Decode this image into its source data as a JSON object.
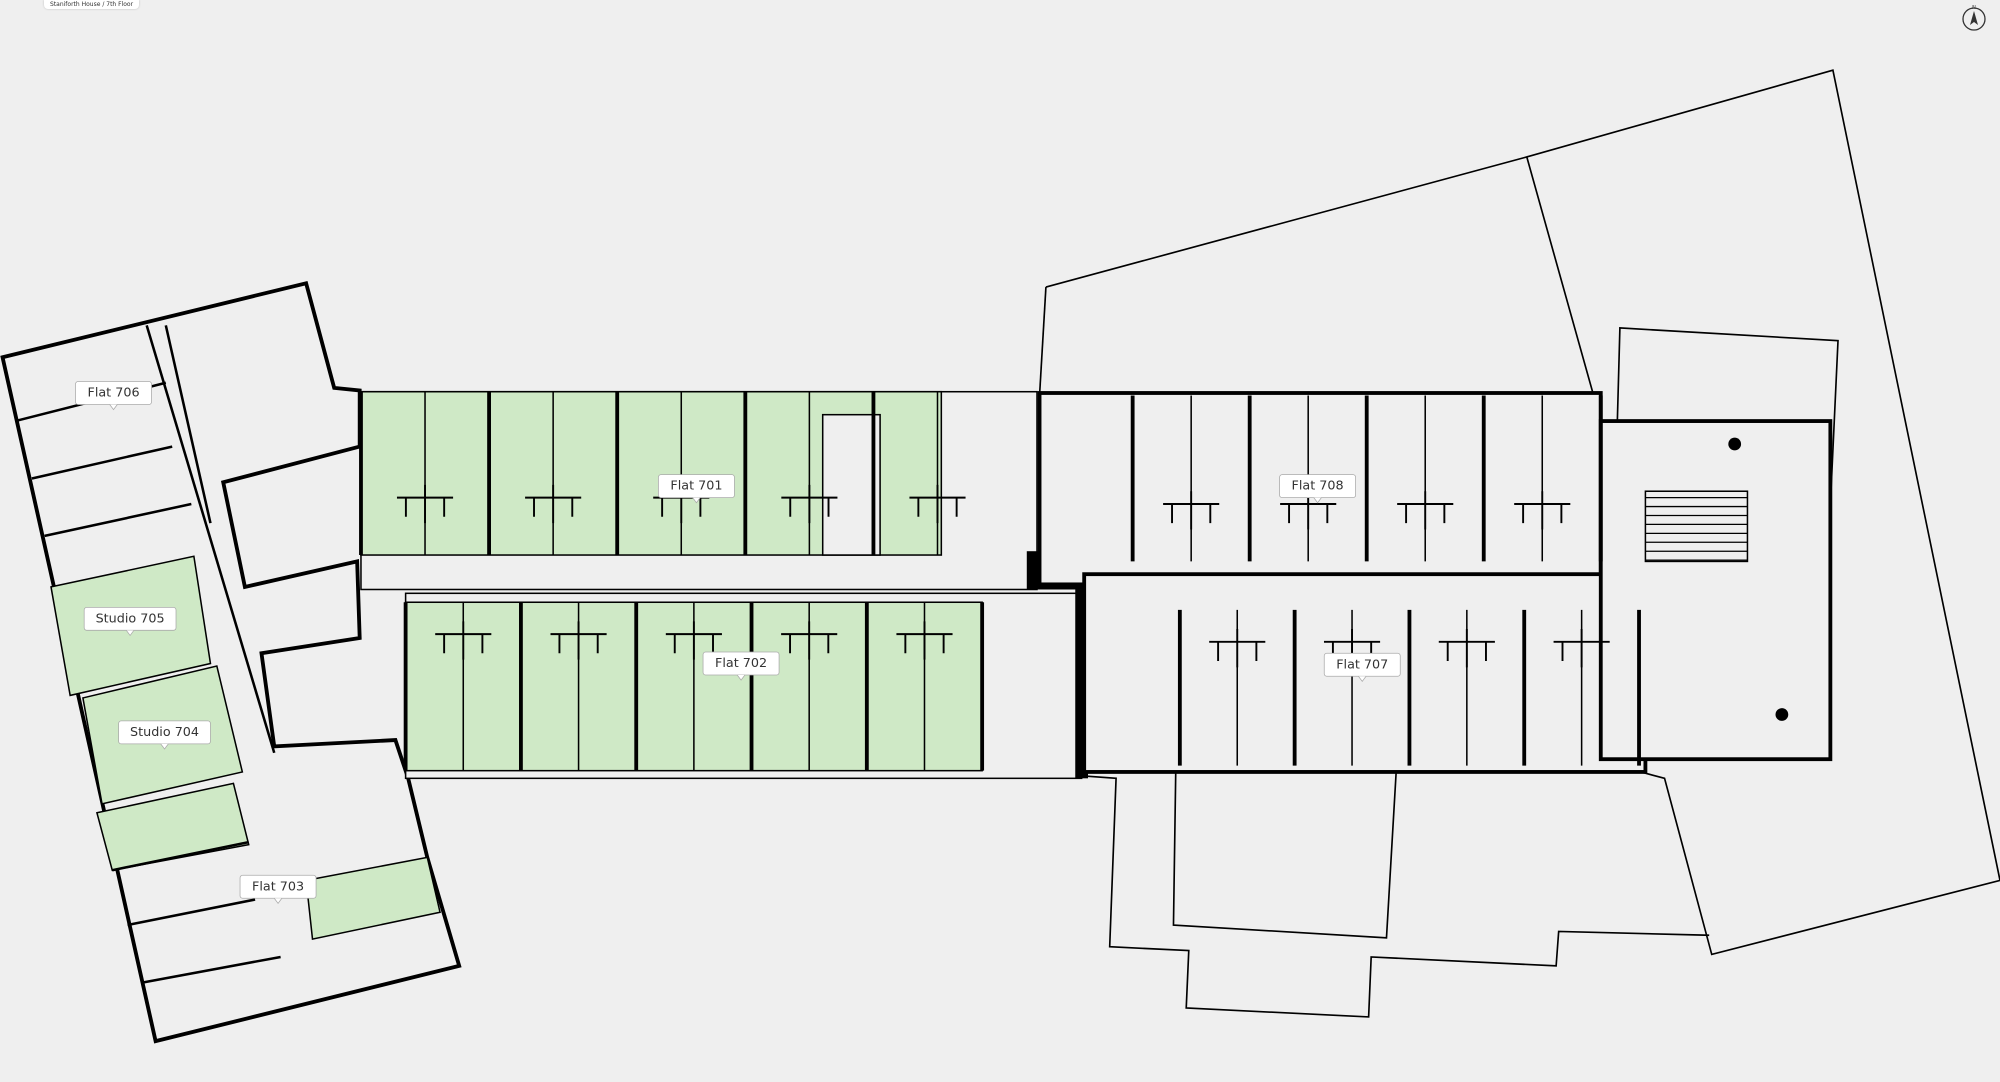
{
  "breadcrumb": "Staniforth House / 7th Floor",
  "compass": {
    "icon": "north-arrow-icon",
    "label": "N"
  },
  "colors": {
    "available": "#cfe9c6",
    "background": "#efefef",
    "wall": "#000000"
  },
  "units": [
    {
      "name": "Flat 706",
      "status": "unavailable"
    },
    {
      "name": "Flat 701",
      "status": "available"
    },
    {
      "name": "Studio 705",
      "status": "available"
    },
    {
      "name": "Flat 708",
      "status": "unavailable"
    },
    {
      "name": "Flat 702",
      "status": "available"
    },
    {
      "name": "Flat 707",
      "status": "unavailable"
    },
    {
      "name": "Studio 704",
      "status": "available"
    },
    {
      "name": "Flat 703",
      "status": "available"
    }
  ]
}
